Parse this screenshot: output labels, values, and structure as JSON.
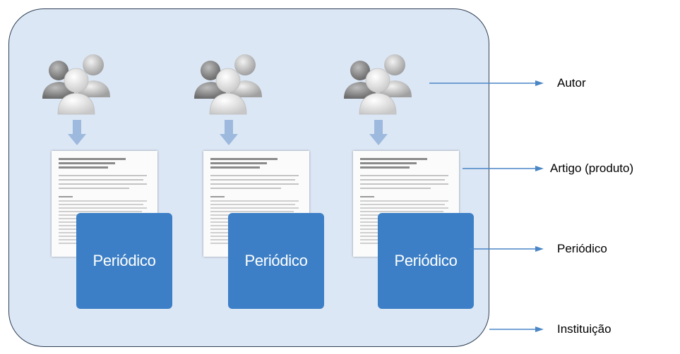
{
  "labels": {
    "author": "Autor",
    "article": "Artigo (produto)",
    "journal": "Periódico",
    "institution": "Instituição"
  },
  "columns": [
    {
      "journal_label": "Periódico"
    },
    {
      "journal_label": "Periódico"
    },
    {
      "journal_label": "Periódico"
    }
  ],
  "icons": {
    "authors": "people-group-icon",
    "flow": "down-arrow-icon",
    "article": "document-icon"
  },
  "colors": {
    "institution_fill": "#dce7f5",
    "institution_border": "#2e3f55",
    "journal_box": "#3c7fc6",
    "arrow": "#4a86c5"
  }
}
